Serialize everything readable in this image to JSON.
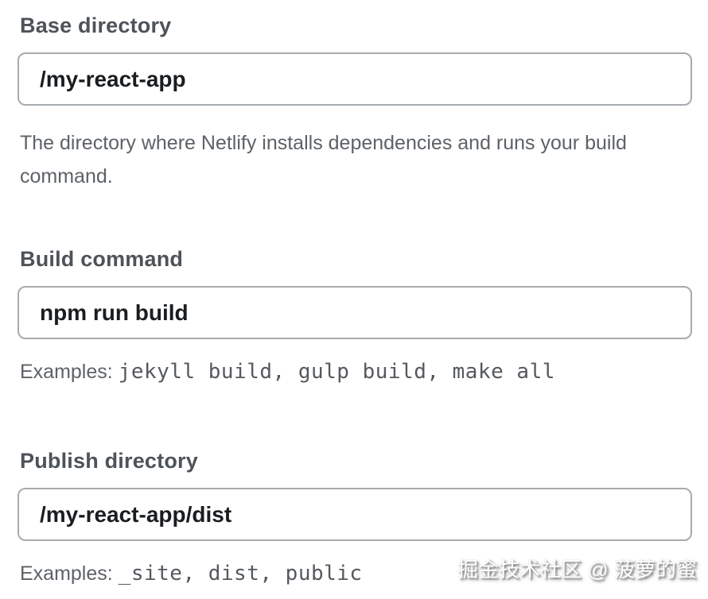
{
  "form": {
    "fields": [
      {
        "label": "Base directory",
        "value": "/my-react-app",
        "help": "The directory where Netlify installs dependencies and runs your build command."
      },
      {
        "label": "Build command",
        "value": "npm run build",
        "examples_prefix": "Examples:",
        "examples": "jekyll build, gulp build, make all"
      },
      {
        "label": "Publish directory",
        "value": "/my-react-app/dist",
        "examples_prefix": "Examples:",
        "examples": "_site, dist, public"
      }
    ]
  },
  "watermark": {
    "text": "掘金技术社区 @ 菠萝的蜜"
  },
  "colors": {
    "label": "#4d5358",
    "help_text": "#5d6267",
    "input_text": "#1a1d20",
    "input_border": "#a6abb0",
    "background": "#ffffff"
  }
}
